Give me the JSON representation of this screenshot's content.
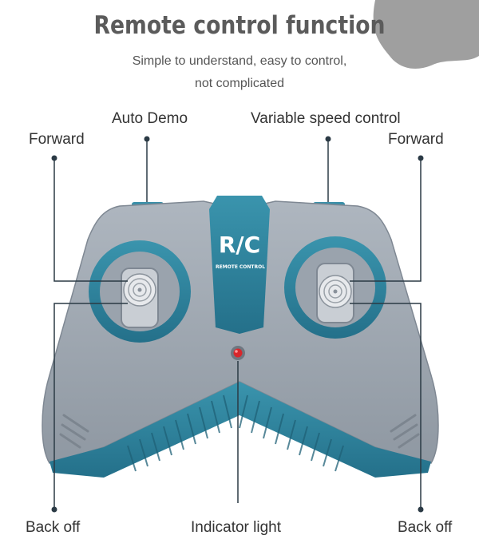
{
  "header": {
    "title": "Remote control function",
    "subtitle_line1": "Simple to understand, easy to control,",
    "subtitle_line2": "not complicated"
  },
  "callouts": {
    "forward_left": "Forward",
    "auto_demo": "Auto Demo",
    "variable_speed": "Variable speed control",
    "forward_right": "Forward",
    "back_off_left": "Back off",
    "indicator_light": "Indicator light",
    "back_off_right": "Back off"
  },
  "device": {
    "logo_text": "R/C",
    "logo_sub_left": "REMOTE",
    "logo_sub_right": "CONTROL"
  },
  "colors": {
    "body_gray": "#9aa3ad",
    "accent_teal": "#2e7f98",
    "indicator_red": "#d8262b"
  }
}
